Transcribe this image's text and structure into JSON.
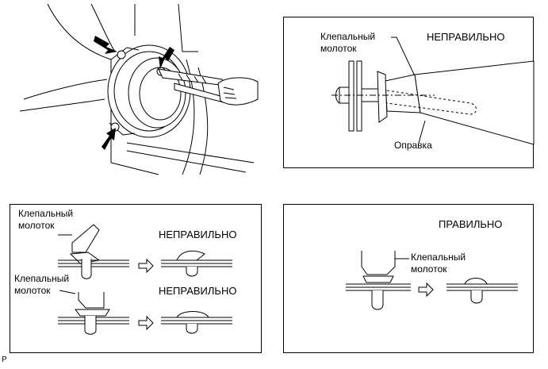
{
  "panels": {
    "speaker_removal": {},
    "wrong_angle": {
      "hammer_label": "Клепальный\nмолоток",
      "status": "НЕПРАВИЛЬНО",
      "mandrel_label": "Оправка"
    },
    "wrong_cases": {
      "hammer_label_1": "Клепальный\nмолоток",
      "status_1": "НЕПРАВИЛЬНО",
      "hammer_label_2": "Клепальный\nмолоток",
      "status_2": "НЕПРАВИЛЬНО"
    },
    "correct_case": {
      "status": "ПРАВИЛЬНО",
      "hammer_label": "Клепальный\nмолоток"
    }
  },
  "figure_code": "P"
}
